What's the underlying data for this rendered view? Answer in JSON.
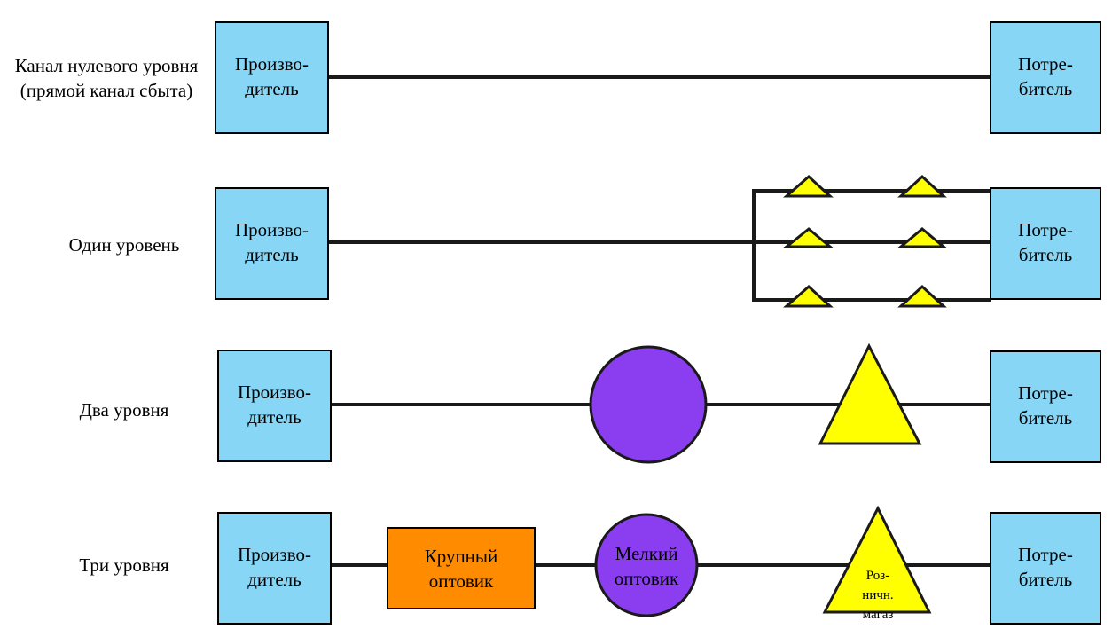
{
  "rows": [
    {
      "label": "Канал нулевого уровня\n(прямой канал сбыта)",
      "producer": "Произво-\nдитель",
      "consumer": "Потре-\nбитель"
    },
    {
      "label": "Один уровень",
      "producer": "Произво-\nдитель",
      "consumer": "Потре-\nбитель"
    },
    {
      "label": "Два уровня",
      "producer": "Произво-\nдитель",
      "consumer": "Потре-\nбитель"
    },
    {
      "label": "Три уровня",
      "producer": "Произво-\nдитель",
      "consumer": "Потре-\nбитель",
      "large_wholesaler": "Крупный\nоптовик",
      "small_wholesaler": "Мелкий\nоптовик",
      "retail_store": "Роз-\nничн.\nмагаз"
    }
  ],
  "colors": {
    "node_box": "#87d6f5",
    "wholesaler_circle": "#8a3ef0",
    "retail_triangle": "#ffff00",
    "large_wholesaler_box": "#ff8c00",
    "line": "#1a1a1a"
  }
}
